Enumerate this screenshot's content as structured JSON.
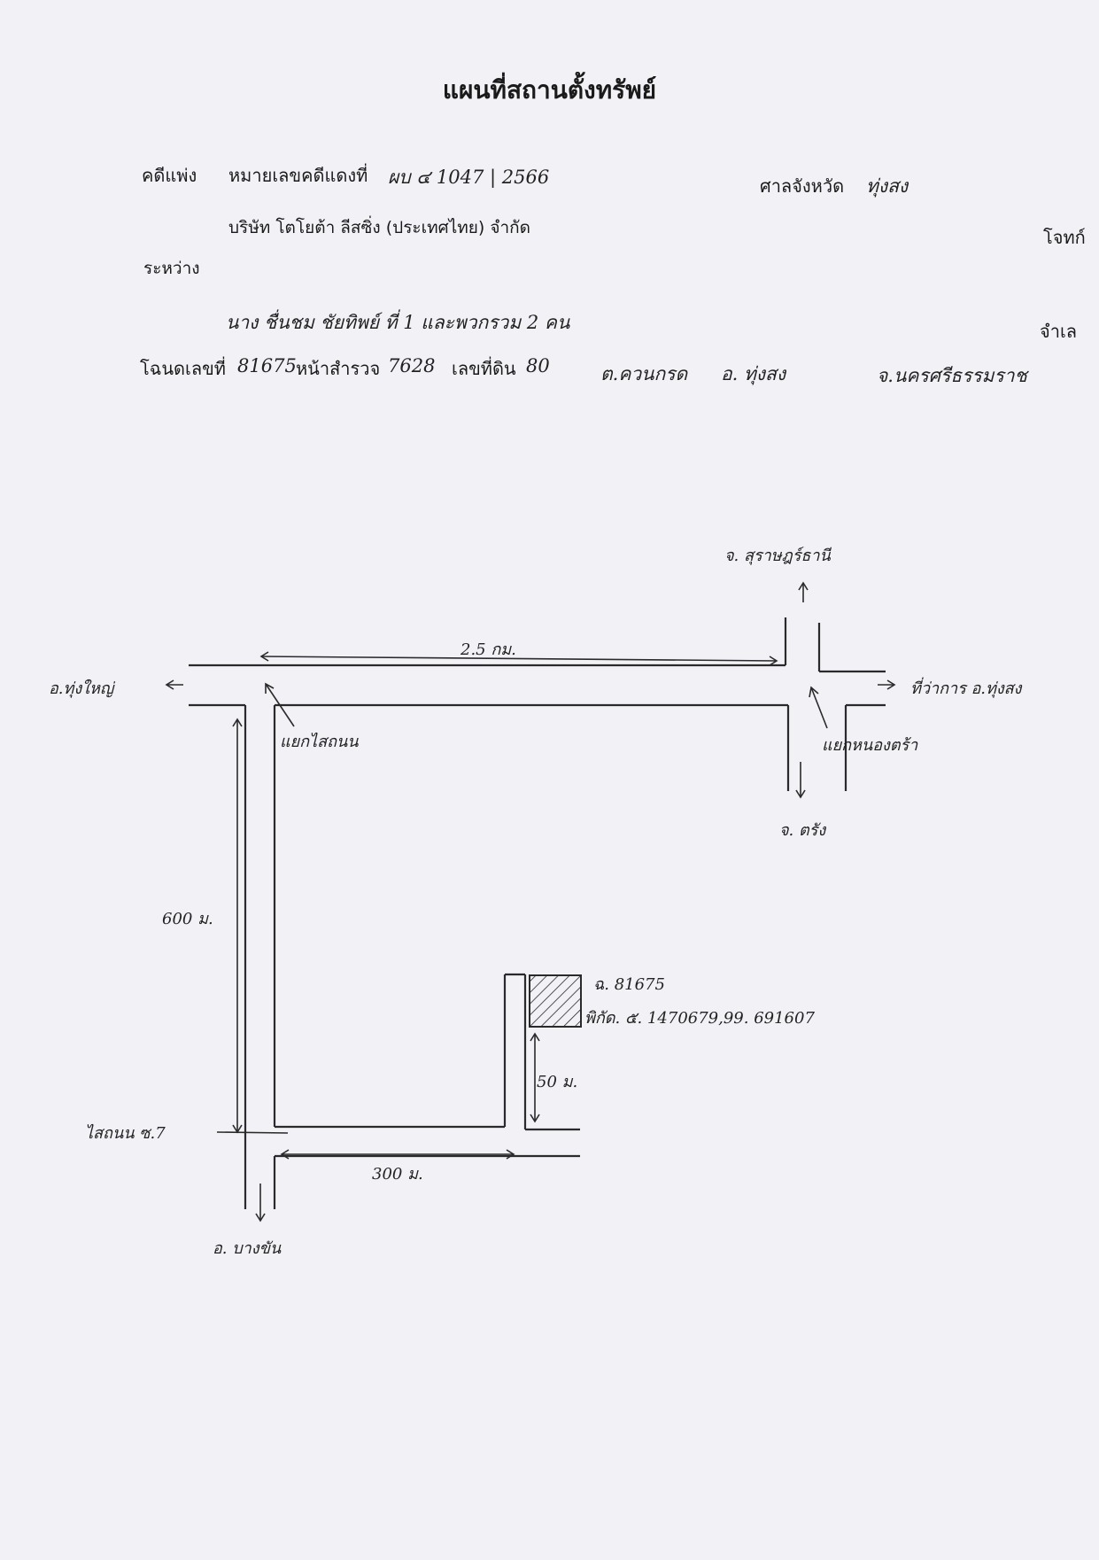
{
  "title": "แผนที่สถานตั้งทรัพย์",
  "case": {
    "type_label": "คดีแพ่ง",
    "number_label": "หมายเลขคดีแดงที่",
    "number_value": "ผบ ๔ 1047 | 2566",
    "court_label": "ศาลจังหวัด",
    "court_value": "ทุ่งสง"
  },
  "parties": {
    "plaintiff": "บริษัท โตโยต้า ลีสซิ่ง (ประเทศไทย) จำกัด",
    "plaintiff_role": "โจทก์",
    "between_label": "ระหว่าง",
    "defendant": "นาง ชื่นชม ชัยทิพย์ ที่ 1 และพวกรวม 2 คน",
    "defendant_role": "จำเล"
  },
  "deed": {
    "label": "โฉนดเลขที่",
    "number": "81675",
    "survey_label": "หน้าสำรวจ",
    "survey_value": "7628",
    "land_no_label": "เลขที่ดิน",
    "land_no_value": "80",
    "subdistrict": "ต.ควนกรด",
    "district": "อ. ทุ่งสง",
    "province": "จ.นครศรีธรรมราช"
  },
  "map": {
    "north_dest": "จ. สุราษฎร์ธานี",
    "south_dest": "จ. ตรัง",
    "west_dest": "อ.ทุ่งใหญ่",
    "east_dest": "ที่ว่าการ อ.ทุ่งสง",
    "bottom_dest": "อ. บางขัน",
    "junction_west": "แยกไสถนน",
    "junction_east": "แยกหนองตร้า",
    "soi_label": "ไสถนน ซ.7",
    "dist_top": "2.5 กม.",
    "dist_left": "600 ม.",
    "dist_bottom": "300 ม.",
    "dist_right": "50 ม.",
    "parcel_deed": "ฉ. 81675",
    "parcel_coords": "พิกัด. ๕. 1470679,99. 691607"
  }
}
